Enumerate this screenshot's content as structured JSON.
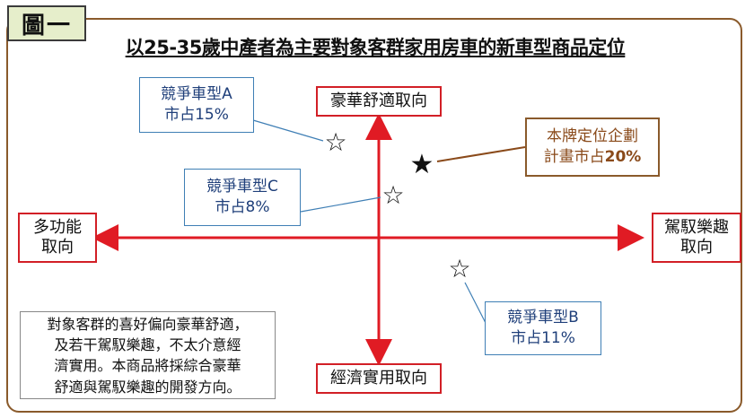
{
  "figure_label": "圖一",
  "title": "以25-35歲中產者為主要對象客群家用房車的新車型商品定位",
  "axes": {
    "top": "豪華舒適取向",
    "bottom": "經濟實用取向",
    "left_line1": "多功能",
    "left_line2": "取向",
    "right_line1": "駕馭樂趣",
    "right_line2": "取向"
  },
  "callouts": {
    "a": {
      "line1": "競爭車型A",
      "line2_prefix": "市占",
      "line2_value": "15%"
    },
    "b": {
      "line1": "競爭車型B",
      "line2_prefix": "市占",
      "line2_value": "11%"
    },
    "c": {
      "line1": "競爭車型C",
      "line2_prefix": "市占",
      "line2_value": "8%"
    },
    "own": {
      "line1": "本牌定位企劃",
      "line2_prefix": "計畫市占",
      "line2_value": "20%"
    }
  },
  "markers": {
    "competitor_glyph": "☆",
    "own_glyph": "★"
  },
  "note": {
    "lines": [
      "對象客群的喜好偏向豪華舒適，",
      "及若干駕馭樂趣，不太介意經",
      "濟實用。本商品將採綜合豪華",
      "舒適與駕馭樂趣的開發方向。"
    ]
  },
  "colors": {
    "axis": "#e01b24",
    "axis_box_border": "#d21f26",
    "callout_blue": "#3f7fb5",
    "callout_text_blue": "#1f3f7a",
    "own_brown": "#8a5a2b",
    "label_bg": "#e6eecb"
  }
}
